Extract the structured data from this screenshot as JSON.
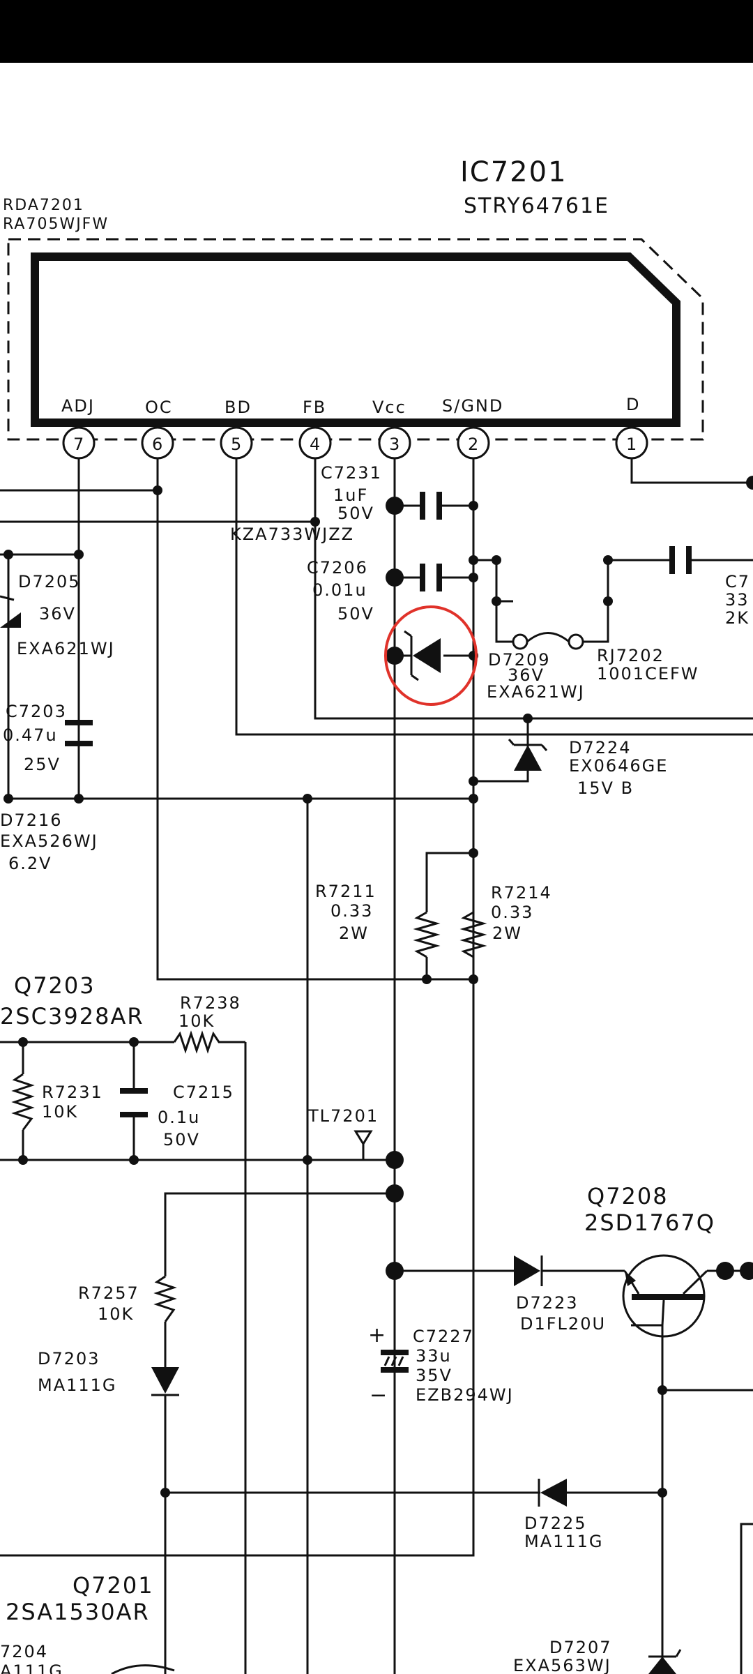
{
  "ic": {
    "ref": "IC7201",
    "part": "STRY64761E",
    "pins": [
      {
        "num": "7",
        "name": "ADJ"
      },
      {
        "num": "6",
        "name": "OC"
      },
      {
        "num": "5",
        "name": "BD"
      },
      {
        "num": "4",
        "name": "FB"
      },
      {
        "num": "3",
        "name": "Vcc"
      },
      {
        "num": "2",
        "name": "S/GND"
      },
      {
        "num": "1",
        "name": "D"
      }
    ]
  },
  "board": {
    "line1": "RDA7201",
    "line2": "RA705WJFW"
  },
  "components": {
    "c7231": {
      "ref": "C7231",
      "v1": "1uF",
      "v2": "50V",
      "part": "KZA733WJZZ"
    },
    "c7206": {
      "ref": "C7206",
      "v1": "0.01u",
      "v2": "50V"
    },
    "d7205": {
      "ref": "D7205",
      "v1": "36V",
      "part": "EXA621WJ"
    },
    "d7209": {
      "ref": "D7209",
      "v1": "36V",
      "part": "EXA621WJ"
    },
    "rj7202": {
      "ref": "RJ7202",
      "part": "1001CEFW"
    },
    "c72xx": {
      "ref": "C7",
      "v1": "33",
      "v2": "2K"
    },
    "c7203": {
      "ref": "C7203",
      "v1": "0.47u",
      "v2": "25V"
    },
    "d7224": {
      "ref": "D7224",
      "part": "EX0646GE",
      "v1": "15V B"
    },
    "d7216": {
      "ref": "D7216",
      "part": "EXA526WJ",
      "v1": "6.2V"
    },
    "r7211": {
      "ref": "R7211",
      "v1": "0.33",
      "v2": "2W"
    },
    "r7214": {
      "ref": "R7214",
      "v1": "0.33",
      "v2": "2W"
    },
    "q7203": {
      "ref": "Q7203",
      "part": "2SC3928AR"
    },
    "r7238": {
      "ref": "R7238",
      "v1": "10K"
    },
    "r7231": {
      "ref": "R7231",
      "v1": "10K"
    },
    "c7215": {
      "ref": "C7215",
      "v1": "0.1u",
      "v2": "50V"
    },
    "tl7201": {
      "ref": "TL7201"
    },
    "q7208": {
      "ref": "Q7208",
      "part": "2SD1767Q"
    },
    "r7257": {
      "ref": "R7257",
      "v1": "10K"
    },
    "d7223": {
      "ref": "D7223",
      "part": "D1FL20U"
    },
    "c7227": {
      "ref": "C7227",
      "v1": "33u",
      "v2": "35V",
      "part": "EZB294WJ",
      "plus": "+",
      "minus": "−"
    },
    "d7203": {
      "ref": "D7203",
      "part": "MA111G"
    },
    "d7225": {
      "ref": "D7225",
      "part": "MA111G"
    },
    "q7201": {
      "ref": "Q7201",
      "part": "2SA1530AR"
    },
    "d7204": {
      "ref": "7204",
      "part": "A111G"
    },
    "d7207": {
      "ref": "D7207",
      "part": "EXA563WJ"
    }
  },
  "colors": {
    "ink": "#111111",
    "highlight": "#e0322a",
    "background": "#ffffff"
  }
}
